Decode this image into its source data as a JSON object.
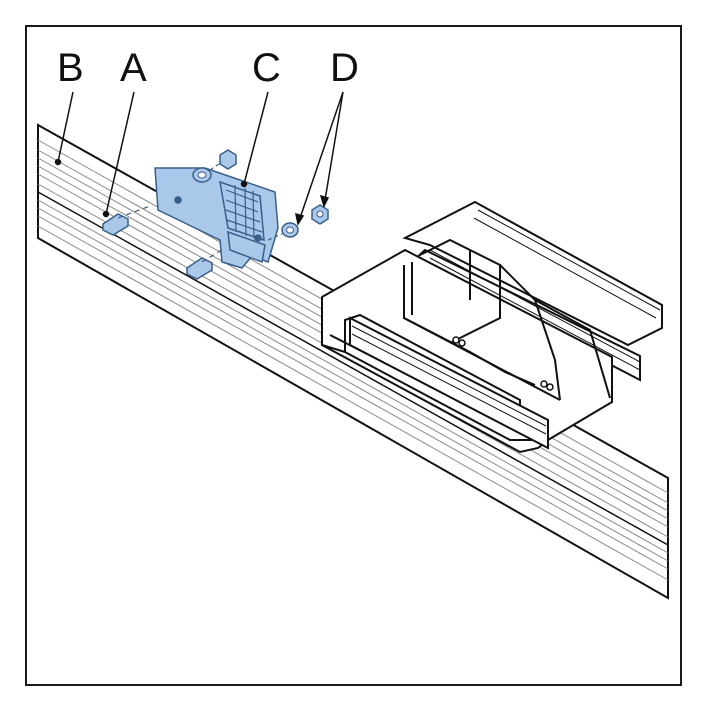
{
  "callouts": {
    "a": "A",
    "b": "B",
    "c": "C",
    "d": "D"
  },
  "colors": {
    "part_fill": "#a9c8ea",
    "part_stroke": "#3a5f8a",
    "line": "#111111",
    "hatch": "#8a8a8a"
  },
  "icons": [
    "mounting-rail-icon",
    "duct-icon",
    "terminal-bracket-icon",
    "nut-icon",
    "bolt-icon"
  ]
}
